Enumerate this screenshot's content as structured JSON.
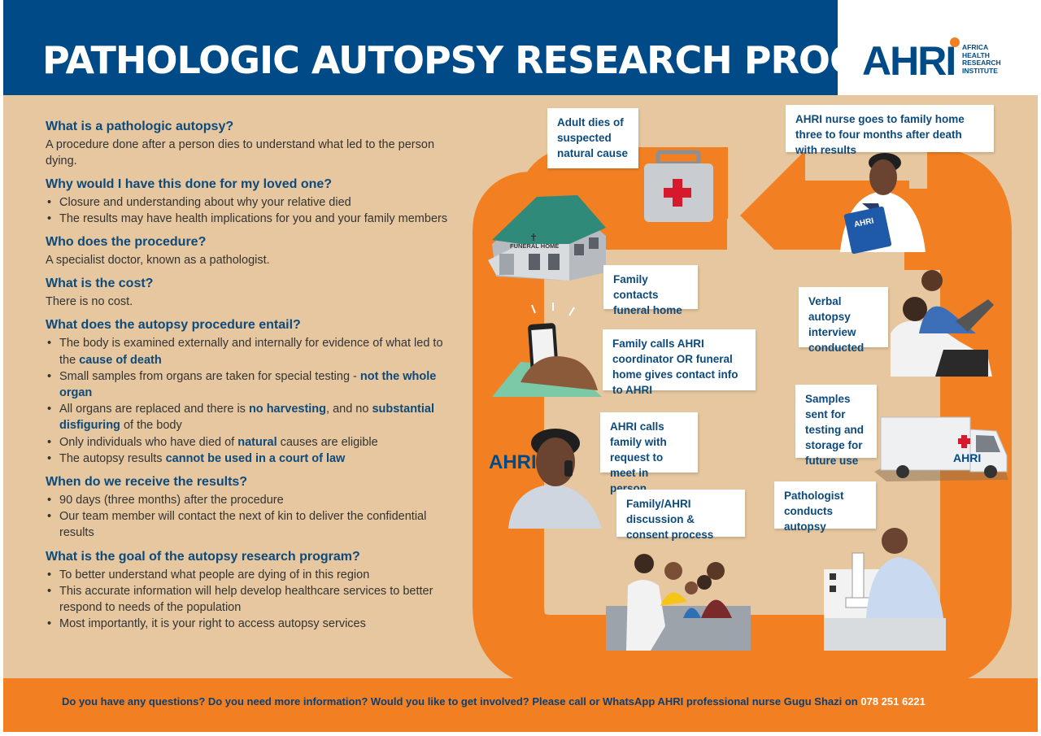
{
  "header": {
    "title": "PATHOLOGIC AUTOPSY RESEARCH PROGRAM",
    "logo_letters": "AHRI",
    "logo_sub": [
      "AFRICA",
      "HEALTH",
      "RESEARCH",
      "INSTITUTE"
    ]
  },
  "faq": {
    "q1": "What is a pathologic autopsy?",
    "a1": "A procedure done after a person dies to understand what led to the person dying.",
    "q2": "Why would I have this done for my loved one?",
    "b2_1": "Closure and understanding about why your relative died",
    "b2_2": "The results may have health implications for you and your family members",
    "q3": "Who does the procedure?",
    "a3": "A specialist doctor, known as a pathologist.",
    "q4": "What is the cost?",
    "a4": "There is no cost.",
    "q5": "What does the autopsy procedure entail?",
    "b5_1_pre": "The body is examined externally and internally for evidence of what led to the ",
    "b5_1_bold": "cause of death",
    "b5_2_pre": "Small samples from organs are taken for special testing - ",
    "b5_2_bold": "not the whole organ",
    "b5_3_pre": "All organs are replaced and there is ",
    "b5_3_bold1": "no harvesting",
    "b5_3_mid": ", and no ",
    "b5_3_bold2": "substantial disfiguring",
    "b5_3_post": " of the body",
    "b5_4_pre": "Only individuals who have died of ",
    "b5_4_bold": "natural",
    "b5_4_post": " causes are eligible",
    "b5_5_pre": "The autopsy results ",
    "b5_5_bold": "cannot be used in a court of law",
    "q6": "When do we receive the results?",
    "b6_1": "90 days (three months) after the procedure",
    "b6_2": "Our team member will contact the next of kin to deliver the confidential results",
    "q7": "What is the goal of the autopsy research program?",
    "b7_1": "To better understand what people are dying of in this region",
    "b7_2": "This accurate information will help develop healthcare services to better respond to needs of the population",
    "b7_3": "Most importantly, it is your right to access autopsy services"
  },
  "steps": {
    "s1": "Adult dies of suspected natural cause",
    "s2": "Family contacts funeral home",
    "s3": "Family calls AHRI coordinator OR funeral home gives contact info to AHRI",
    "s4": "AHRI calls family with request to meet in person",
    "s5": "Family/AHRI discussion & consent process",
    "s6": "Pathologist conducts autopsy",
    "s7": "Samples sent for testing and storage for future use",
    "s8": "Verbal autopsy interview conducted",
    "s9": "AHRI nurse goes to family home three to four months after death with results"
  },
  "illustrations": {
    "funeral_home_sign": "FUNERAL HOME",
    "truck_logo": "AHRI",
    "clipboard_logo": "AHRI",
    "wall_logo": "AHRI"
  },
  "footer": {
    "text": "Do you have any questions? Do you need more information? Would you like to get involved? Please call or WhatsApp AHRI professional nurse Gugu Shazi on ",
    "phone": "078 251 6221"
  },
  "colors": {
    "navy": "#004b87",
    "orange": "#f28022",
    "tan": "#e6c79f",
    "red_cross": "#d7192d"
  }
}
